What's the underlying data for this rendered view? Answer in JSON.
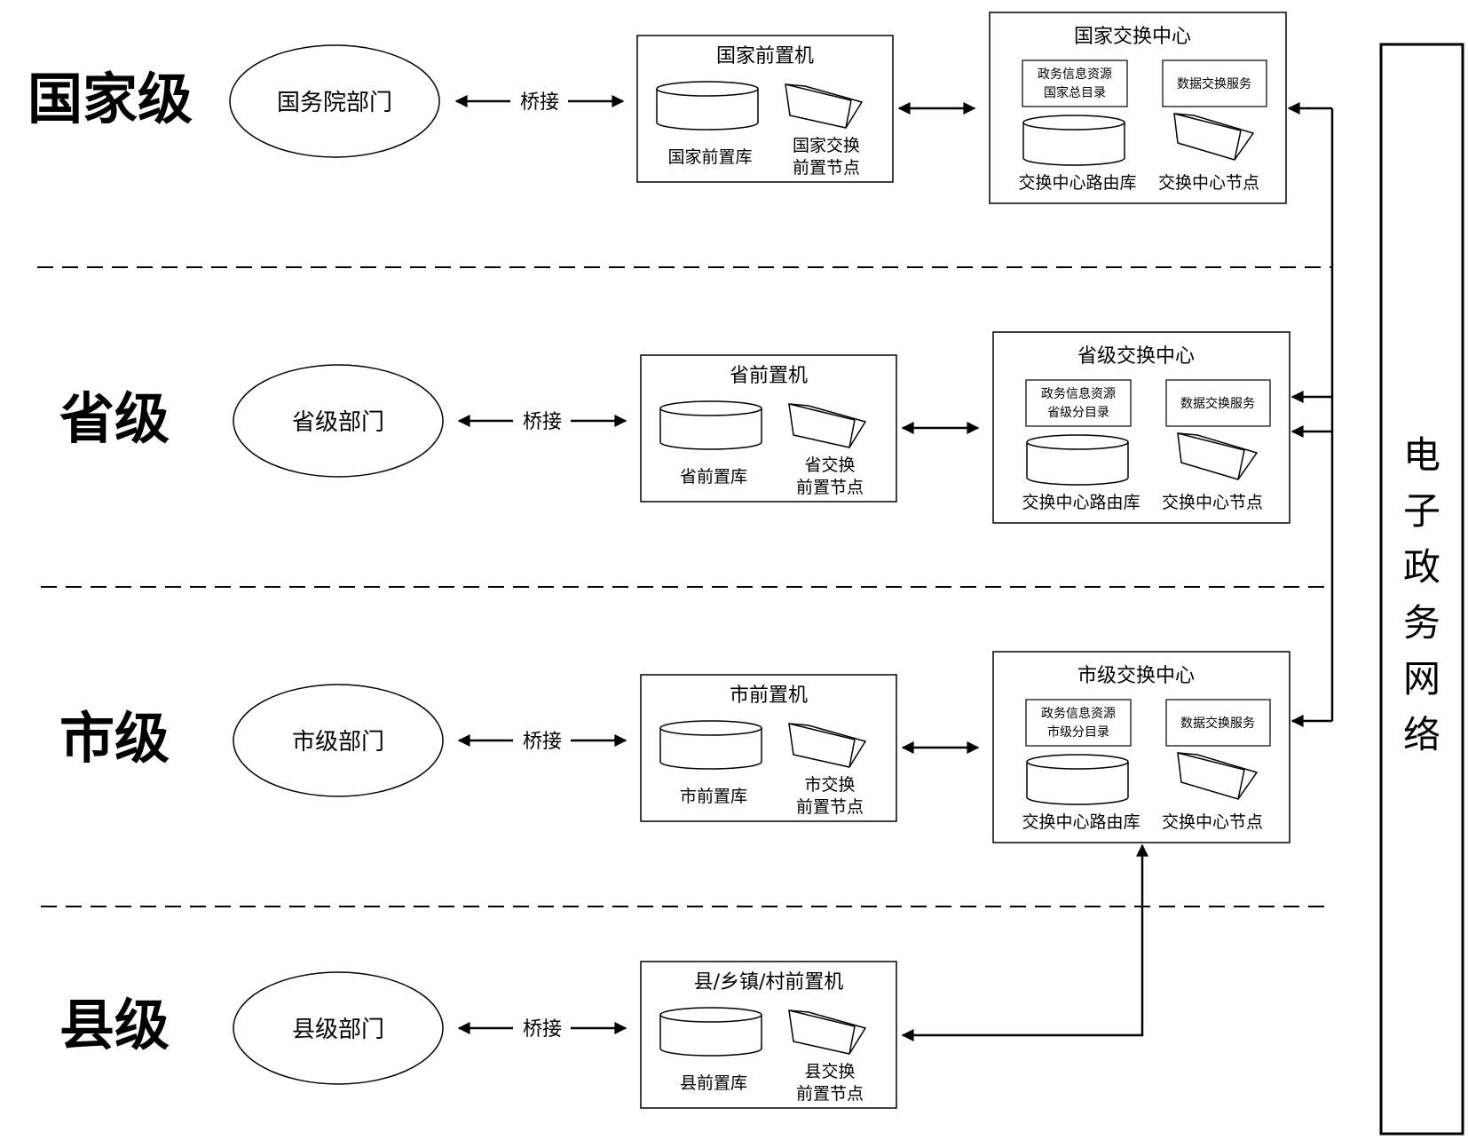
{
  "levels": [
    "国家级",
    "省级",
    "市级",
    "县级"
  ],
  "departments": [
    "国务院部门",
    "省级部门",
    "市级部门",
    "县级部门"
  ],
  "bridge_label": "桥接",
  "front_machines": [
    {
      "title": "国家前置机",
      "db_label": "国家前置库",
      "node_line1": "国家交换",
      "node_line2": "前置节点"
    },
    {
      "title": "省前置机",
      "db_label": "省前置库",
      "node_line1": "省交换",
      "node_line2": "前置节点"
    },
    {
      "title": "市前置机",
      "db_label": "市前置库",
      "node_line1": "市交换",
      "node_line2": "前置节点"
    },
    {
      "title": "县/乡镇/村前置机",
      "db_label": "县前置库",
      "node_line1": "县交换",
      "node_line2": "前置节点"
    }
  ],
  "exchange_centers": [
    {
      "title": "国家交换中心",
      "catalog_line1": "政务信息资源",
      "catalog_line2": "国家总目录",
      "service": "数据交换服务",
      "db_label": "交换中心路由库",
      "node_label": "交换中心节点"
    },
    {
      "title": "省级交换中心",
      "catalog_line1": "政务信息资源",
      "catalog_line2": "省级分目录",
      "service": "数据交换服务",
      "db_label": "交换中心路由库",
      "node_label": "交换中心节点"
    },
    {
      "title": "市级交换中心",
      "catalog_line1": "政务信息资源",
      "catalog_line2": "市级分目录",
      "service": "数据交换服务",
      "db_label": "交换中心路由库",
      "node_label": "交换中心节点"
    }
  ],
  "network_label": [
    "电",
    "子",
    "政",
    "务",
    "网",
    "络"
  ]
}
